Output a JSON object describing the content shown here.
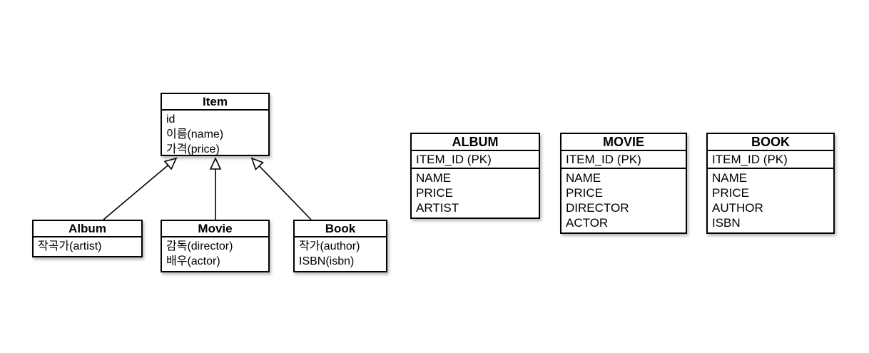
{
  "diagram": {
    "classes": {
      "item": {
        "title": "Item",
        "fields": [
          "id",
          "이름(name)",
          "가격(price)"
        ]
      },
      "album": {
        "title": "Album",
        "fields": [
          "작곡가(artist)"
        ]
      },
      "movie": {
        "title": "Movie",
        "fields": [
          "감독(director)",
          "배우(actor)"
        ]
      },
      "book": {
        "title": "Book",
        "fields": [
          "작가(author)",
          "ISBN(isbn)"
        ]
      }
    },
    "relations": [
      {
        "from": "Album",
        "to": "Item",
        "type": "generalization"
      },
      {
        "from": "Movie",
        "to": "Item",
        "type": "generalization"
      },
      {
        "from": "Book",
        "to": "Item",
        "type": "generalization"
      }
    ]
  },
  "tables": {
    "album": {
      "title": "ALBUM",
      "primary_key": "ITEM_ID (PK)",
      "columns": [
        "NAME",
        "PRICE",
        "ARTIST"
      ]
    },
    "movie": {
      "title": "MOVIE",
      "primary_key": "ITEM_ID (PK)",
      "columns": [
        "NAME",
        "PRICE",
        "DIRECTOR",
        "ACTOR"
      ]
    },
    "book": {
      "title": "BOOK",
      "primary_key": "ITEM_ID (PK)",
      "columns": [
        "NAME",
        "PRICE",
        "AUTHOR",
        "ISBN"
      ]
    }
  },
  "colors": {
    "line": "#000000",
    "text": "#000000",
    "background": "#ffffff",
    "box_fill": "#ffffff"
  }
}
